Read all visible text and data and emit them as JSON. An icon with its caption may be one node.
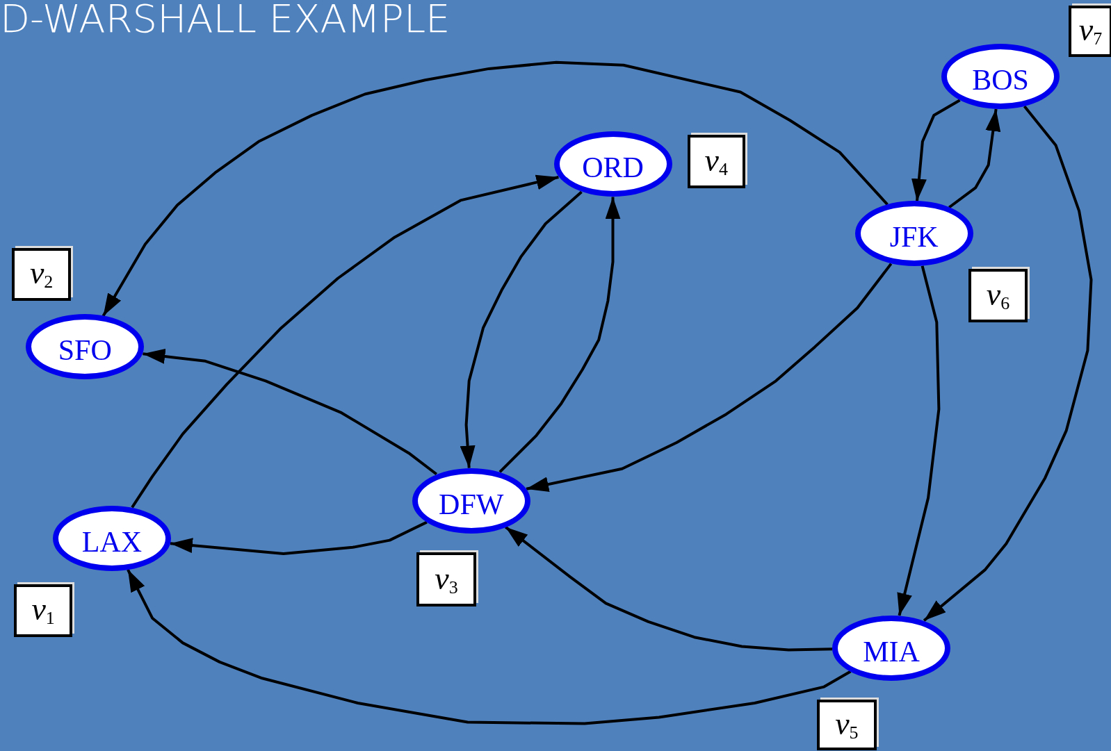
{
  "diagram": {
    "title": "D-WARSHALL EXAMPLE",
    "nodes": [
      {
        "text": [
          "SFO"
        ]
      },
      {
        "text": [
          "ORD"
        ]
      },
      {
        "text": [
          "BOS"
        ]
      },
      {
        "text": [
          "JFK"
        ]
      },
      {
        "text": [
          "LAX"
        ]
      },
      {
        "text": [
          "DFW"
        ]
      },
      {
        "text": [
          "MIA"
        ]
      },
      {
        "text": [
          "v$_{7}$"
        ]
      },
      {
        "text": [
          "v$_{4}$"
        ]
      },
      {
        "text": [
          "v$_{2}$"
        ]
      },
      {
        "text": [
          "v$_{6}$"
        ]
      },
      {
        "text": [
          "v$_{1}$"
        ]
      },
      {
        "text": [
          "v$_{3}$"
        ]
      },
      {
        "text": [
          "v$_{5}$"
        ]
      }
    ],
    "edges": [
      {
        "from": 3,
        "to": 0,
        "arrow": "to"
      },
      {
        "from": 4,
        "to": 1,
        "arrow": "to"
      },
      {
        "from": 1,
        "to": 5,
        "arrow": "to"
      },
      {
        "from": 5,
        "to": 1,
        "arrow": "to"
      },
      {
        "from": 5,
        "to": 0,
        "arrow": "to"
      },
      {
        "from": 5,
        "to": 4,
        "arrow": "to"
      },
      {
        "from": 3,
        "to": 5,
        "arrow": "to"
      },
      {
        "from": 2,
        "to": 3,
        "arrow": "to"
      },
      {
        "from": 3,
        "to": 2,
        "arrow": "to"
      },
      {
        "from": 3,
        "to": 6,
        "arrow": "to"
      },
      {
        "from": 2,
        "to": 6,
        "arrow": "to"
      },
      {
        "from": 6,
        "to": 5,
        "arrow": "to"
      },
      {
        "from": 6,
        "to": 4,
        "arrow": "to"
      }
    ]
  }
}
